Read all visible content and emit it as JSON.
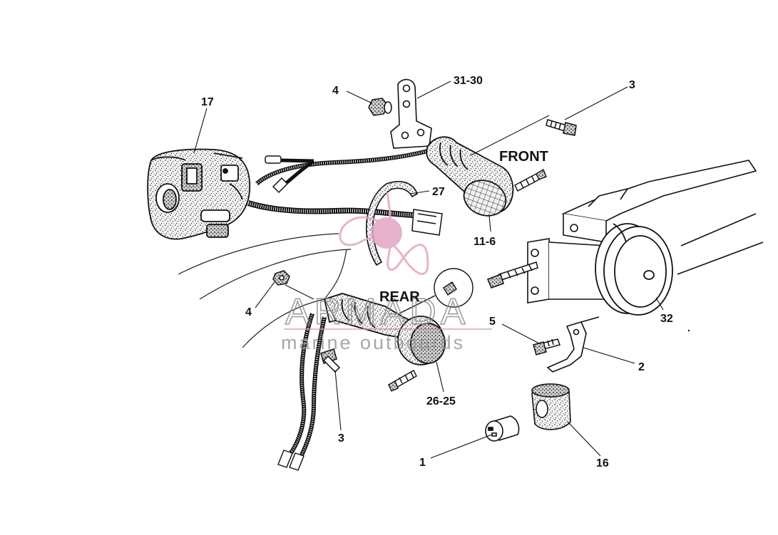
{
  "diagram": {
    "labels": {
      "front": "FRONT",
      "rear": "REAR"
    },
    "callouts": [
      {
        "id": "c17",
        "text": "17"
      },
      {
        "id": "c4a",
        "text": "4"
      },
      {
        "id": "c3130",
        "text": "31-30"
      },
      {
        "id": "c3a",
        "text": "3"
      },
      {
        "id": "c27",
        "text": "27"
      },
      {
        "id": "c116",
        "text": "11-6"
      },
      {
        "id": "c4b",
        "text": "4"
      },
      {
        "id": "c5",
        "text": "5"
      },
      {
        "id": "c32",
        "text": "32"
      },
      {
        "id": "c2",
        "text": "2"
      },
      {
        "id": "c2625",
        "text": "26-25"
      },
      {
        "id": "c3b",
        "text": "3"
      },
      {
        "id": "c1",
        "text": "1"
      },
      {
        "id": "c16",
        "text": "16"
      }
    ]
  },
  "watermark": {
    "brand": "ARMADA",
    "tagline": "marine outboards",
    "color": "#e3a6c4"
  }
}
